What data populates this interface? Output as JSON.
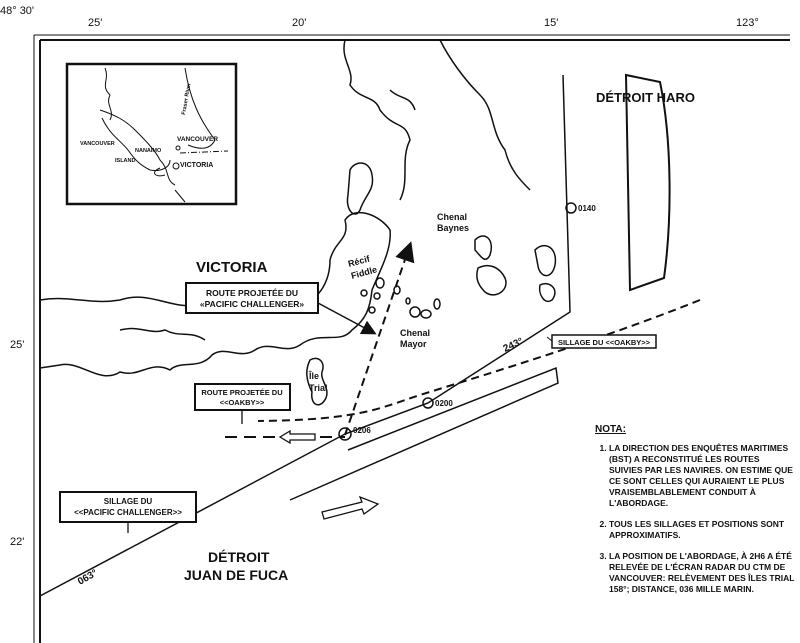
{
  "grid": {
    "lat_top": "48° 30'",
    "lat_25": "25'",
    "lat_22": "22'",
    "lon_25": "25'",
    "lon_20": "20'",
    "lon_15": "15'",
    "lon_123": "123°"
  },
  "inset": {
    "vancouver_island_1": "VANCOUVER",
    "vancouver_island_2": "ISLAND",
    "nanaimo": "NANAIMO",
    "vancouver": "VANCOUVER",
    "victoria": "VICTORIA",
    "fraser_river": "Fraser River"
  },
  "places": {
    "detroit_haro": "DÉTROIT HARO",
    "victoria": "VICTORIA",
    "chenal_baynes_1": "Chenal",
    "chenal_baynes_2": "Baynes",
    "recif_fiddle_1": "Récif",
    "recif_fiddle_2": "Fiddle",
    "chenal_mayor_1": "Chenal",
    "chenal_mayor_2": "Mayor",
    "ile_trial_1": "Île",
    "ile_trial_2": "Trial",
    "juan_de_fuca_1": "DÉTROIT",
    "juan_de_fuca_2": "JUAN DE FUCA"
  },
  "labels": {
    "route_pc_1": "ROUTE PROJETÉE DU",
    "route_pc_2": "«PACIFIC CHALLENGER»",
    "route_oakby_1": "ROUTE PROJETÉE DU",
    "route_oakby_2": "<<OAKBY>>",
    "sillage_pc_1": "SILLAGE DU",
    "sillage_pc_2": "<<PACIFIC CHALLENGER>>",
    "sillage_oakby": "SILLAGE DU <<OAKBY>>"
  },
  "positions": {
    "t0140": "0140",
    "t0200": "0200",
    "t0206": "0206",
    "bearing_243": "243°",
    "bearing_063": "063°"
  },
  "nota": {
    "title": "NOTA:",
    "items": [
      "LA DIRECTION DES ENQUÊTES MARITIMES (BST) A RECONSTITUÉ LES ROUTES SUIVIES PAR LES NAVIRES.  ON ESTIME QUE CE SONT CELLES QUI AURAIENT LE PLUS VRAISEMBLABLEMENT CONDUIT À L'ABORDAGE.",
      "TOUS LES SILLAGES ET POSITIONS SONT APPROXIMATIFS.",
      "LA POSITION DE L'ABORDAGE, À 2H6 A ÉTÉ RELEVÉE DE L'ÉCRAN RADAR DU CTM DE VANCOUVER:  RELÈVEMENT DES ÎLES TRIAL 158°; DISTANCE, 036 MILLE MARIN."
    ]
  }
}
